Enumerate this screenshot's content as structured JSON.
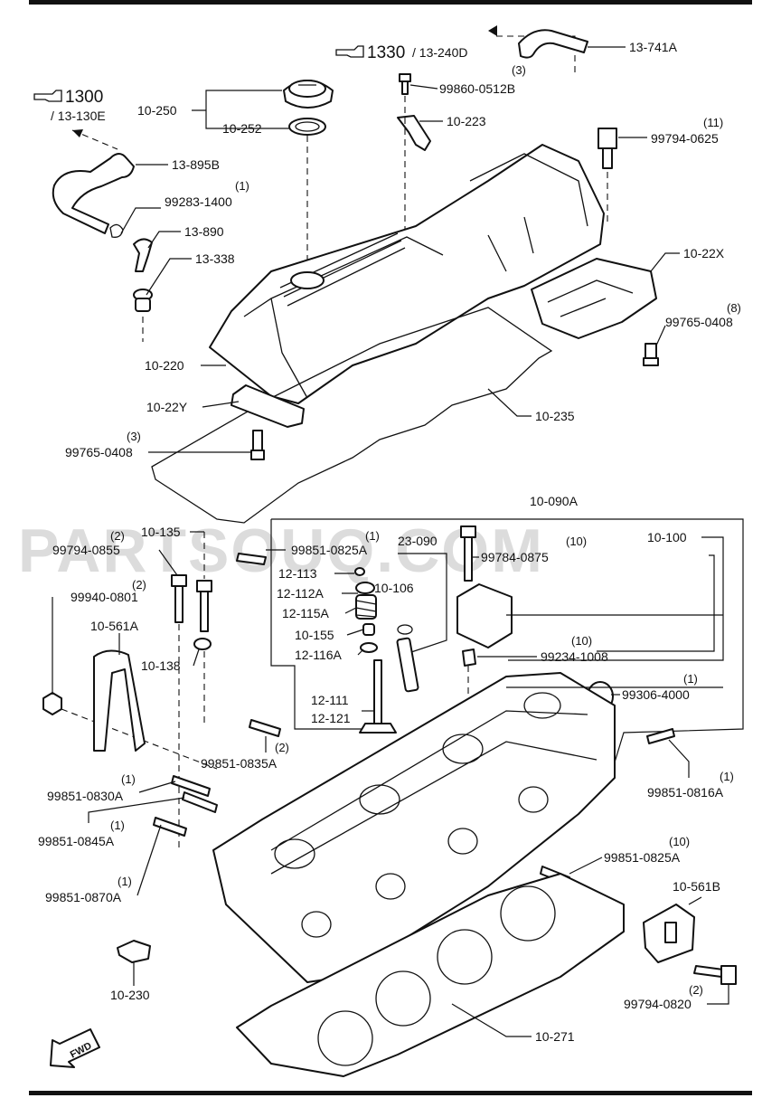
{
  "diagram": {
    "watermark": "PARTSOUQ.COM",
    "fwd_label": "FWD",
    "references": {
      "ref_1300": "1300",
      "ref_13_130e": "/ 13-130E",
      "ref_1330": "1330",
      "ref_13_240d": "/ 13-240D"
    },
    "labels": {
      "p_10_250": "10-250",
      "p_10_252": "10-252",
      "p_13_895b": "13-895B",
      "q_99283": "(1)",
      "p_99283_1400": "99283-1400",
      "p_13_890": "13-890",
      "p_13_338": "13-338",
      "q_99860": "(3)",
      "p_99860_0512b": "99860-0512B",
      "p_10_223": "10-223",
      "p_13_741a": "13-741A",
      "q_99794_0625": "(11)",
      "p_99794_0625": "99794-0625",
      "p_10_22x": "10-22X",
      "q_99765_a": "(8)",
      "p_99765_0408_a": "99765-0408",
      "p_10_220": "10-220",
      "p_10_22y": "10-22Y",
      "q_99765_b": "(3)",
      "p_99765_0408_b": "99765-0408",
      "p_10_235": "10-235",
      "p_10_090a": "10-090A",
      "p_10_135": "10-135",
      "q_99794_0855": "(2)",
      "p_99794_0855": "99794-0855",
      "q_99940": "(2)",
      "p_99940_0801": "99940-0801",
      "q_99851_0825a_top": "(1)",
      "p_99851_0825a_top": "99851-0825A",
      "p_23_090": "23-090",
      "q_99784": "(10)",
      "p_99784_0875": "99784-0875",
      "p_10_100": "10-100",
      "p_12_113": "12-113",
      "p_12_112a": "12-112A",
      "p_10_106": "10-106",
      "p_12_115a": "12-115A",
      "p_10_561a": "10-561A",
      "p_10_155": "10-155",
      "q_99234": "(10)",
      "p_99234_1008": "99234-1008",
      "p_12_116a": "12-116A",
      "p_10_138": "10-138",
      "q_99306": "(1)",
      "p_99306_4000": "99306-4000",
      "p_12_111": "12-111",
      "p_12_121": "12-121",
      "q_99851_0835a": "(2)",
      "p_99851_0835a": "99851-0835A",
      "q_99851_0830a": "(1)",
      "p_99851_0830a": "99851-0830A",
      "q_99851_0816a": "(1)",
      "p_99851_0816a": "99851-0816A",
      "q_99851_0845a": "(1)",
      "p_99851_0845a": "99851-0845A",
      "q_99851_0870a": "(1)",
      "p_99851_0870a": "99851-0870A",
      "q_99851_0825a_bot": "(10)",
      "p_99851_0825a_bot": "99851-0825A",
      "p_10_561b": "10-561B",
      "p_10_230": "10-230",
      "q_99794_0820": "(2)",
      "p_99794_0820": "99794-0820",
      "p_10_271": "10-271"
    }
  }
}
